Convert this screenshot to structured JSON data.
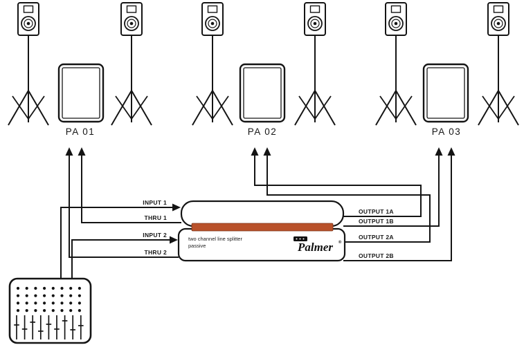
{
  "pa_groups": [
    {
      "label": "PA 01"
    },
    {
      "label": "PA 02"
    },
    {
      "label": "PA 03"
    }
  ],
  "splitter": {
    "description_line1": "two channel line splitter",
    "description_line2": "passive",
    "brand": "Palmer",
    "registered_mark": "®",
    "accent_color": "#b9512a"
  },
  "connections": {
    "input1": "INPUT 1",
    "thru1": "THRU 1",
    "input2": "INPUT 2",
    "thru2": "THRU 2",
    "output1a": "OUTPUT 1A",
    "output1b": "OUTPUT 1B",
    "output2a": "OUTPUT 2A",
    "output2b": "OUTPUT 2B"
  },
  "icons": {
    "speaker": "speaker-on-tripod-icon",
    "cabinet": "cabinet-icon",
    "mixer": "mixer-icon",
    "brand_mark": "palmer-logo-mark"
  },
  "line_color": "#141414"
}
